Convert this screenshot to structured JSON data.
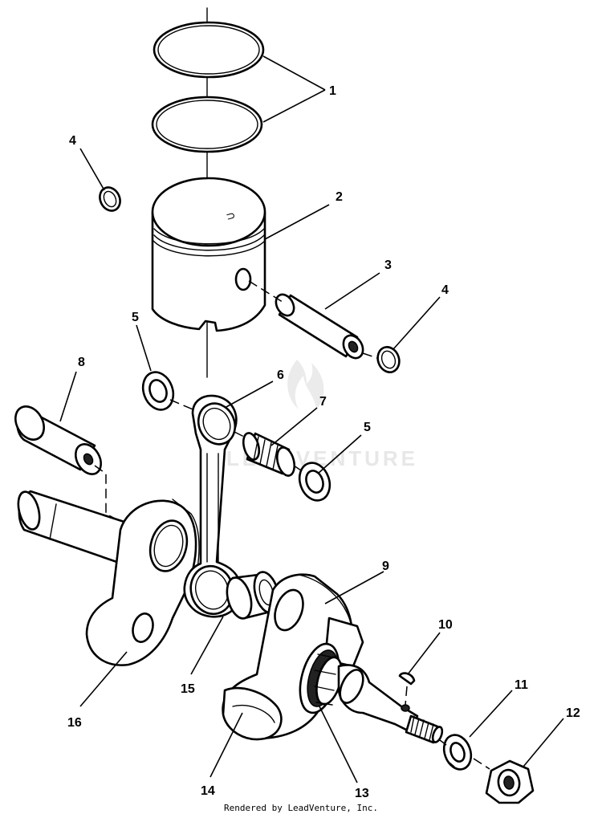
{
  "watermark": "LEADVENTURE",
  "callouts": [
    "1",
    "2",
    "3",
    "4",
    "4",
    "5",
    "5",
    "6",
    "7",
    "8",
    "9",
    "10",
    "11",
    "12",
    "13",
    "14",
    "15",
    "16"
  ],
  "footer": "Rendered by LeadVenture, Inc."
}
